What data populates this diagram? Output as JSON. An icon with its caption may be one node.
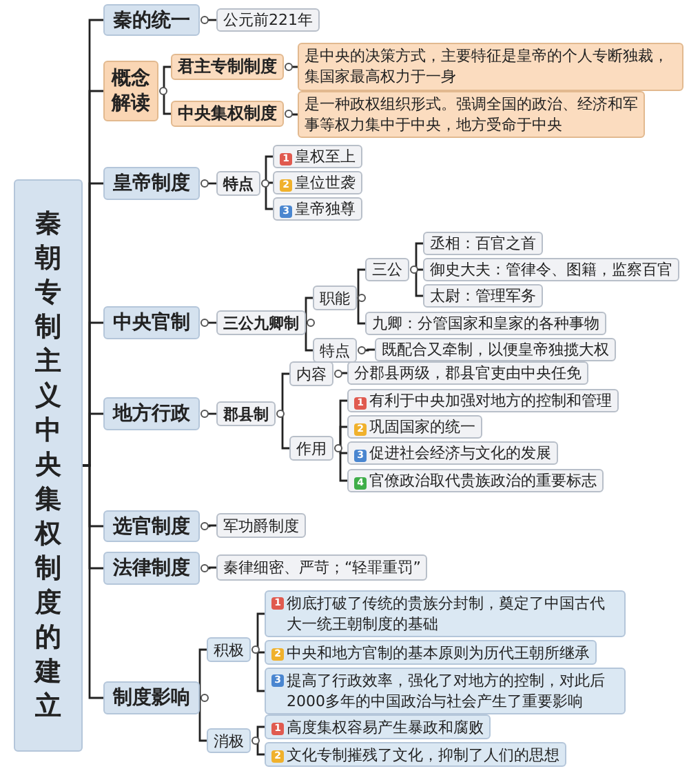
{
  "diagram": {
    "nodes": [
      {
        "text": [
          "秦朝专制主义中央集权制度的建立"
        ]
      },
      {
        "text": [
          "秦的统一"
        ]
      },
      {
        "text": [
          "公元前221年"
        ]
      },
      {
        "text": [
          "概念解读"
        ]
      },
      {
        "text": [
          "君主专制制度"
        ]
      },
      {
        "text": [
          "是中央的决策方式，主要特征是皇帝的个人专断独裁，集国家最高权力于一身"
        ]
      },
      {
        "text": [
          "中央集权制度"
        ]
      },
      {
        "text": [
          "是一种政权组织形式。强调全国的政治、经济和军事等权力集中于中央，地方受命于中央"
        ]
      },
      {
        "text": [
          "皇帝制度"
        ]
      },
      {
        "text": [
          "特点"
        ]
      },
      {
        "text": [
          "1",
          "皇权至上"
        ]
      },
      {
        "text": [
          "2",
          "皇位世袭"
        ]
      },
      {
        "text": [
          "3",
          "皇帝独尊"
        ]
      },
      {
        "text": [
          "中央官制"
        ]
      },
      {
        "text": [
          "三公九卿制"
        ]
      },
      {
        "text": [
          "职能"
        ]
      },
      {
        "text": [
          "三公"
        ]
      },
      {
        "text": [
          "丞相：百官之首"
        ]
      },
      {
        "text": [
          "御史大夫：管律令、图籍，监察百官"
        ]
      },
      {
        "text": [
          "太尉：管理军务"
        ]
      },
      {
        "text": [
          "九卿：分管国家和皇家的各种事物"
        ]
      },
      {
        "text": [
          "特点"
        ]
      },
      {
        "text": [
          "既配合又牵制，以便皇帝独揽大权"
        ]
      },
      {
        "text": [
          "地方行政"
        ]
      },
      {
        "text": [
          "郡县制"
        ]
      },
      {
        "text": [
          "内容"
        ]
      },
      {
        "text": [
          "分郡县两级，郡县官吏由中央任免"
        ]
      },
      {
        "text": [
          "作用"
        ]
      },
      {
        "text": [
          "1",
          "有利于中央加强对地方的控制和管理"
        ]
      },
      {
        "text": [
          "2",
          "巩固国家的统一"
        ]
      },
      {
        "text": [
          "3",
          "促进社会经济与文化的发展"
        ]
      },
      {
        "text": [
          "4",
          "官僚政治取代贵族政治的重要标志"
        ]
      },
      {
        "text": [
          "选官制度"
        ]
      },
      {
        "text": [
          "军功爵制度"
        ]
      },
      {
        "text": [
          "法律制度"
        ]
      },
      {
        "text": [
          "秦律细密、严苛；“轻罪重罚”"
        ]
      },
      {
        "text": [
          "制度影响"
        ]
      },
      {
        "text": [
          "积极"
        ]
      },
      {
        "text": [
          "1",
          "彻底打破了传统的贵族分封制，奠定了中国古代大一统王朝制度的基础"
        ]
      },
      {
        "text": [
          "2",
          "中央和地方官制的基本原则为历代王朝所继承"
        ]
      },
      {
        "text": [
          "3",
          "提高了行政效率，强化了对地方的控制，对此后2000多年的中国政治与社会产生了重要影响"
        ]
      },
      {
        "text": [
          "消极"
        ]
      },
      {
        "text": [
          "1",
          "高度集权容易产生暴政和腐败"
        ]
      },
      {
        "text": [
          "2",
          "文化专制摧残了文化，抑制了人们的思想"
        ]
      }
    ],
    "edges": [
      {
        "from": 0,
        "to": 1,
        "arrow": "none"
      },
      {
        "from": 1,
        "to": 2,
        "arrow": "none"
      },
      {
        "from": 0,
        "to": 3,
        "arrow": "none"
      },
      {
        "from": 3,
        "to": 4,
        "arrow": "none"
      },
      {
        "from": 4,
        "to": 5,
        "arrow": "none"
      },
      {
        "from": 3,
        "to": 6,
        "arrow": "none"
      },
      {
        "from": 6,
        "to": 7,
        "arrow": "none"
      },
      {
        "from": 0,
        "to": 8,
        "arrow": "none"
      },
      {
        "from": 8,
        "to": 9,
        "arrow": "none"
      },
      {
        "from": 9,
        "to": 10,
        "arrow": "none"
      },
      {
        "from": 9,
        "to": 11,
        "arrow": "none"
      },
      {
        "from": 9,
        "to": 12,
        "arrow": "none"
      },
      {
        "from": 0,
        "to": 13,
        "arrow": "none"
      },
      {
        "from": 13,
        "to": 14,
        "arrow": "none"
      },
      {
        "from": 14,
        "to": 15,
        "arrow": "none"
      },
      {
        "from": 15,
        "to": 16,
        "arrow": "none"
      },
      {
        "from": 16,
        "to": 17,
        "arrow": "none"
      },
      {
        "from": 16,
        "to": 18,
        "arrow": "none"
      },
      {
        "from": 16,
        "to": 19,
        "arrow": "none"
      },
      {
        "from": 15,
        "to": 20,
        "arrow": "none"
      },
      {
        "from": 14,
        "to": 21,
        "arrow": "none"
      },
      {
        "from": 21,
        "to": 22,
        "arrow": "none"
      },
      {
        "from": 0,
        "to": 23,
        "arrow": "none"
      },
      {
        "from": 23,
        "to": 24,
        "arrow": "none"
      },
      {
        "from": 24,
        "to": 25,
        "arrow": "none"
      },
      {
        "from": 25,
        "to": 26,
        "arrow": "none"
      },
      {
        "from": 24,
        "to": 27,
        "arrow": "none"
      },
      {
        "from": 27,
        "to": 28,
        "arrow": "none"
      },
      {
        "from": 27,
        "to": 29,
        "arrow": "none"
      },
      {
        "from": 27,
        "to": 30,
        "arrow": "none"
      },
      {
        "from": 27,
        "to": 31,
        "arrow": "none"
      },
      {
        "from": 0,
        "to": 32,
        "arrow": "none"
      },
      {
        "from": 32,
        "to": 33,
        "arrow": "none"
      },
      {
        "from": 0,
        "to": 34,
        "arrow": "none"
      },
      {
        "from": 34,
        "to": 35,
        "arrow": "none"
      },
      {
        "from": 0,
        "to": 36,
        "arrow": "none"
      },
      {
        "from": 36,
        "to": 37,
        "arrow": "none"
      },
      {
        "from": 37,
        "to": 38,
        "arrow": "none"
      },
      {
        "from": 37,
        "to": 39,
        "arrow": "none"
      },
      {
        "from": 37,
        "to": 40,
        "arrow": "none"
      },
      {
        "from": 36,
        "to": 41,
        "arrow": "none"
      },
      {
        "from": 41,
        "to": 42,
        "arrow": "none"
      },
      {
        "from": 41,
        "to": 43,
        "arrow": "none"
      }
    ]
  }
}
